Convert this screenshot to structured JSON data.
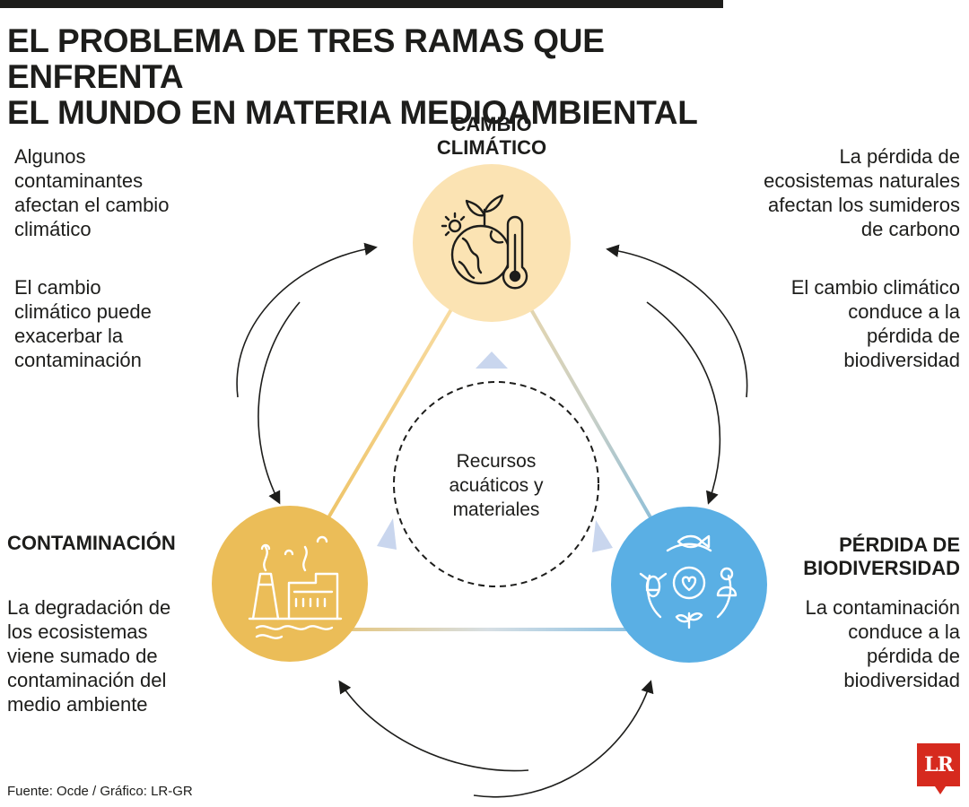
{
  "title": {
    "line1": "EL PROBLEMA DE TRES RAMAS QUE ENFRENTA",
    "line2": "EL MUNDO EN MATERIA MEDIOAMBIENTAL"
  },
  "nodes": {
    "climate": {
      "line1": "CAMBIO",
      "line2": "CLIMÁTICO",
      "color": "#fbe3b3",
      "icon": "earth-thermometer-icon"
    },
    "pollution": {
      "label": "CONTAMINACIÓN",
      "color": "#ebbd58",
      "icon": "factory-smoke-icon"
    },
    "biodiversity": {
      "line1": "PÉRDIDA DE",
      "line2": "BIODIVERSIDAD",
      "color": "#5aafe4",
      "icon": "biodiversity-cycle-icon"
    }
  },
  "notes": {
    "top_left_1": [
      "Algunos",
      "contaminantes",
      "afectan el cambio",
      "climático"
    ],
    "top_left_2": [
      "El cambio",
      "climático puede",
      "exacerbar la",
      "contaminación"
    ],
    "top_right_1": [
      "La pérdida de",
      "ecosistemas naturales",
      "afectan los sumideros",
      "de carbono"
    ],
    "top_right_2": [
      "El cambio climático",
      "conduce a la",
      "pérdida de",
      "biodiversidad"
    ],
    "bottom_left": [
      "La degradación de",
      "los ecosistemas",
      "viene sumado de",
      "contaminación del",
      "medio ambiente"
    ],
    "bottom_right": [
      "La contaminación",
      "conduce a la",
      "pérdida de",
      "biodiversidad"
    ]
  },
  "center": [
    "Recursos",
    "acuáticos y",
    "materiales"
  ],
  "source": "Fuente: Ocde / Gráfico: LR-GR",
  "logo": "LR",
  "colors": {
    "triangle_accent": "#c9d6ee",
    "arrows": "#1d1d1b"
  }
}
